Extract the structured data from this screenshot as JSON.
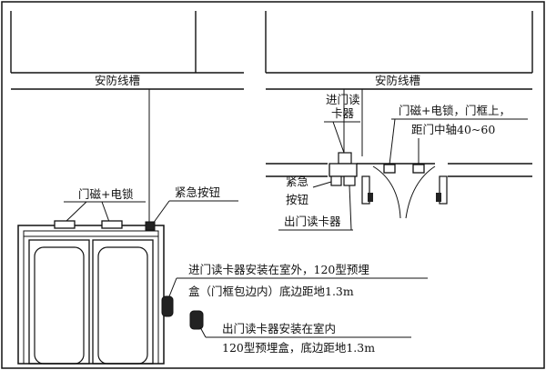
{
  "left_view": {
    "trough_label": "安防线槽",
    "door_magnet_label": "门磁+电锁",
    "emergency_button_label": "紧急按钮",
    "note_entry_line1": "进门读卡器安装在室外，120型预埋",
    "note_entry_line2": "盒（门框包边内）底边距地1.3m",
    "note_exit_line1": "出门读卡器安装在室内",
    "note_exit_line2": "120型预埋盒，底边距地1.3m"
  },
  "right_view": {
    "trough_label": "安防线槽",
    "entry_reader_line1": "进门读",
    "entry_reader_line2": "卡器",
    "magnet_line1": "门磁+电锁，门框上，",
    "magnet_line2": "距门中轴40~60",
    "emergency_line1": "紧急",
    "emergency_line2": "按钮",
    "exit_reader_label": "出门读卡器"
  },
  "colors": {
    "line": "#111111",
    "fill_dark": "#222222",
    "background": "#ffffff"
  }
}
